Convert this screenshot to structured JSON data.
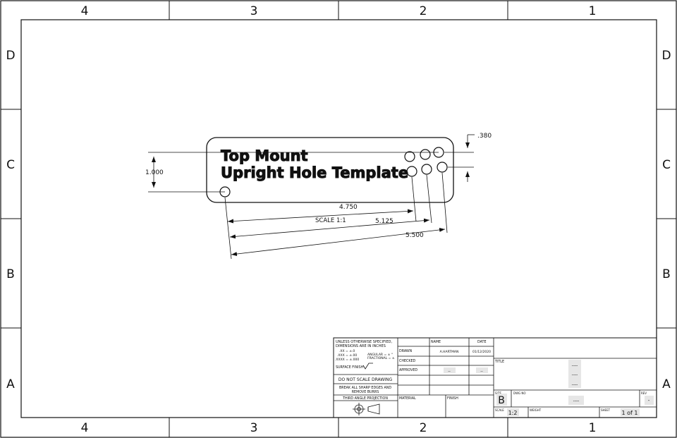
{
  "sheet": {
    "zones_columns": [
      "4",
      "3",
      "2",
      "1"
    ],
    "zones_rows": [
      "D",
      "C",
      "B",
      "A"
    ]
  },
  "part": {
    "label_line1": "Top Mount",
    "label_line2": "Upright Hole Template",
    "scale_note": "SCALE 1:1",
    "dimensions": {
      "height": "1.000",
      "offset": ".380",
      "d1": "4.750",
      "d2": "5.125",
      "d3": "5.500"
    }
  },
  "title_block": {
    "tolerance_note": {
      "line1": "UNLESS OTHERWISE SPECIFIED,",
      "line2": "DIMENSIONS ARE IN INCHES",
      "xx": ".XX = ±.0",
      "xxx": ".XXX = ±.00",
      "xxxx": ".XXXX = ±.000",
      "angular": "ANGULAR = ± °",
      "fractional": "FRACTIONAL = ±"
    },
    "surface_finish": "SURFACE FINISH",
    "do_not_scale": "DO NOT SCALE DRAWING",
    "break_edges_1": "BREAK ALL SHARP EDGES AND",
    "break_edges_2": "REMOVE BURRS",
    "projection": "THIRD ANGLE PROJECTION",
    "material_label": "MATERIAL",
    "finish_label": "FINISH",
    "name_header": "NAME",
    "date_header": "DATE",
    "rows": {
      "drawn": "DRAWN",
      "checked": "CHECKED",
      "approved": "APPROVED"
    },
    "drawn_name": "A.HARTMAN",
    "drawn_date": "01/12/2020",
    "approved_name": "--",
    "approved_date": "--",
    "title_label": "TITLE",
    "title_value_1": "----",
    "title_value_2": "----",
    "title_value_3": "----",
    "size_label": "SIZE",
    "size_value": "B",
    "dwg_no_label": "DWG NO",
    "dwg_no_value": "----",
    "rev_label": "REV",
    "rev_value": "-",
    "scale_label": "SCALE",
    "scale_value": "1:2",
    "weight_label": "WEIGHT",
    "sheet_label": "SHEET",
    "sheet_value": "1 of 1"
  }
}
